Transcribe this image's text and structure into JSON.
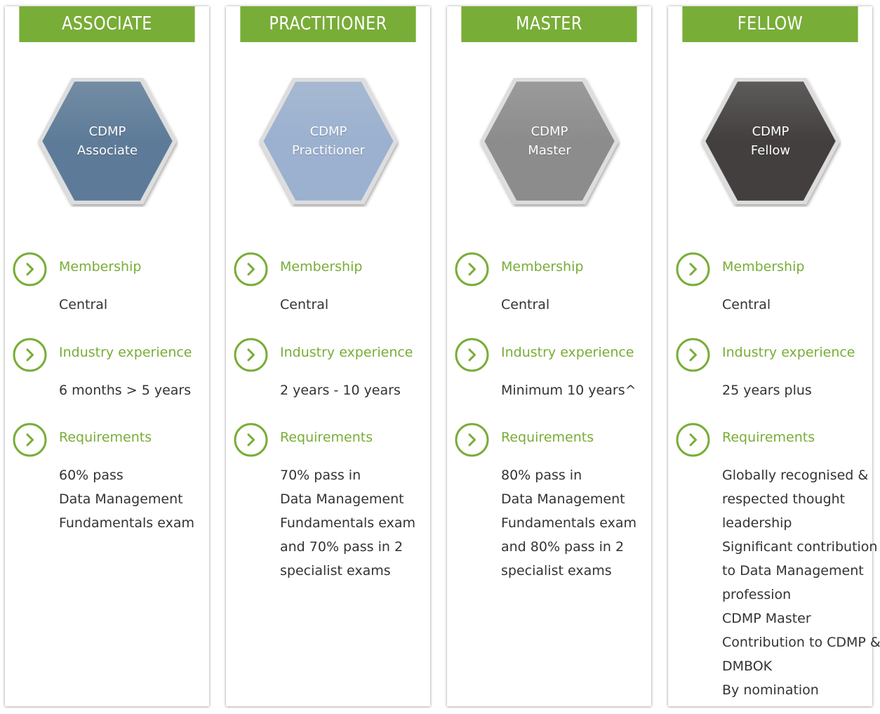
{
  "colors": {
    "accent": "#78ad37",
    "card_background": "#ffffff",
    "body_text": "#333333"
  },
  "levels": [
    {
      "header": "ASSOCIATE",
      "badge_lines": [
        "CDMP",
        "Associate"
      ],
      "badge_color": "#5d7b98",
      "membership_title": "Membership",
      "membership_value": "Central",
      "experience_title": "Industry experience",
      "experience_value": "6 months > 5 years",
      "requirements_title": "Requirements",
      "requirements_lines": [
        "60% pass",
        "Data Management",
        "Fundamentals exam"
      ]
    },
    {
      "header": "PRACTITIONER",
      "badge_lines": [
        "CDMP",
        "Practitioner"
      ],
      "badge_color": "#9bb1cf",
      "membership_title": "Membership",
      "membership_value": "Central",
      "experience_title": "Industry experience",
      "experience_value": "2 years - 10 years",
      "requirements_title": "Requirements",
      "requirements_lines": [
        "70% pass in",
        "Data Management",
        "Fundamentals exam",
        "and 70% pass in 2",
        "specialist exams"
      ]
    },
    {
      "header": "MASTER",
      "badge_lines": [
        "CDMP",
        "Master"
      ],
      "badge_color": "#8c8c8c",
      "membership_title": "Membership",
      "membership_value": "Central",
      "experience_title": "Industry experience",
      "experience_value": "Minimum 10 years^",
      "requirements_title": "Requirements",
      "requirements_lines": [
        "80% pass in",
        "Data Management",
        "Fundamentals exam",
        "and 80% pass in 2",
        "specialist exams"
      ]
    },
    {
      "header": "FELLOW",
      "badge_lines": [
        "CDMP",
        "Fellow"
      ],
      "badge_color": "#423f3e",
      "membership_title": "Membership",
      "membership_value": "Central",
      "experience_title": "Industry experience",
      "experience_value": "25 years plus",
      "requirements_title": "Requirements",
      "requirements_lines": [
        "Globally recognised &",
        "respected thought",
        "leadership",
        "Significant contribution",
        "to Data Management",
        "profession",
        "CDMP Master",
        "Contribution to CDMP &",
        "DMBOK",
        "By nomination"
      ]
    }
  ]
}
